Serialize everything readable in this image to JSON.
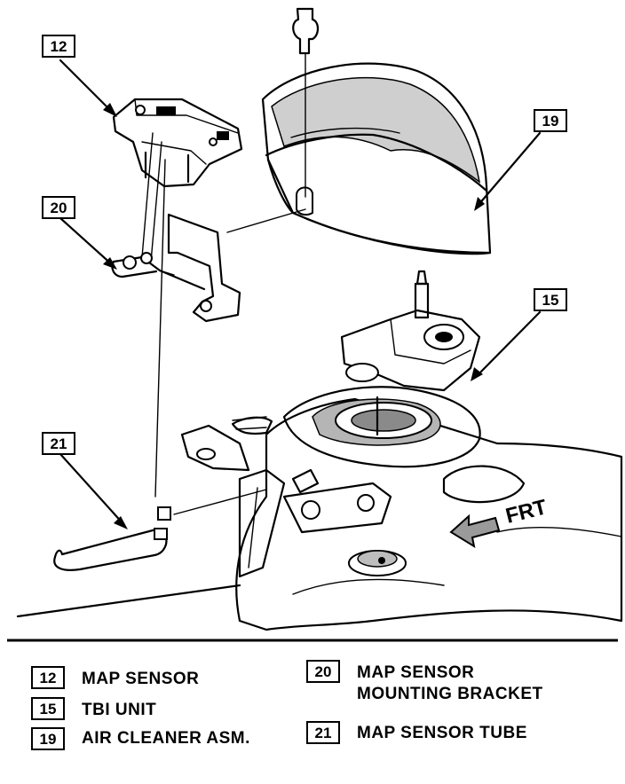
{
  "callouts": [
    {
      "id": "12",
      "name": "MAP SENSOR"
    },
    {
      "id": "15",
      "name": "TBI UNIT"
    },
    {
      "id": "19",
      "name": "AIR CLEANER ASM."
    },
    {
      "id": "20",
      "name": "MAP SENSOR MOUNTING BRACKET"
    },
    {
      "id": "21",
      "name": "MAP SENSOR TUBE"
    }
  ],
  "direction_label": "FRT",
  "legend": {
    "left": [
      {
        "num": "12",
        "line1": "MAP SENSOR"
      },
      {
        "num": "15",
        "line1": "TBI UNIT"
      },
      {
        "num": "19",
        "line1": "AIR CLEANER ASM."
      }
    ],
    "right": [
      {
        "num": "20",
        "line1": "MAP SENSOR",
        "line2": "MOUNTING BRACKET"
      },
      {
        "num": "21",
        "line1": "MAP SENSOR TUBE"
      }
    ]
  }
}
